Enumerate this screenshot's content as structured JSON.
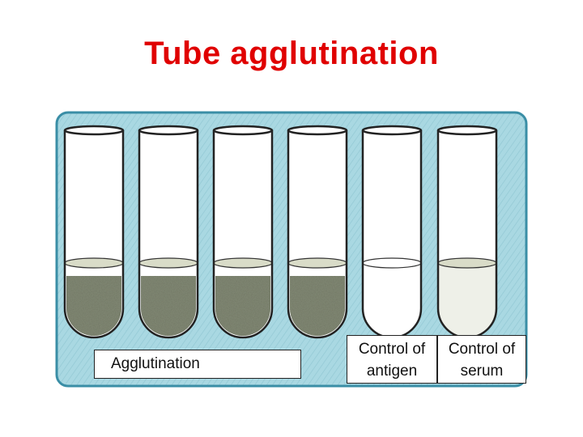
{
  "title": "Tube agglutination",
  "labels": {
    "agglutination": "Agglutination",
    "control_antigen": [
      "Control of",
      "antigen"
    ],
    "control_serum": [
      "Control of",
      "serum"
    ]
  },
  "tubes": [
    {
      "state": "agglutinated"
    },
    {
      "state": "agglutinated"
    },
    {
      "state": "agglutinated"
    },
    {
      "state": "agglutinated"
    },
    {
      "state": "clear"
    },
    {
      "state": "cloudy"
    }
  ],
  "colors": {
    "title": "#e00000",
    "rack_fill": "#a9d8e2",
    "rack_stroke": "#3a8ea6",
    "sediment": "#4f5540",
    "liquid_top": "#d9dcc8"
  }
}
